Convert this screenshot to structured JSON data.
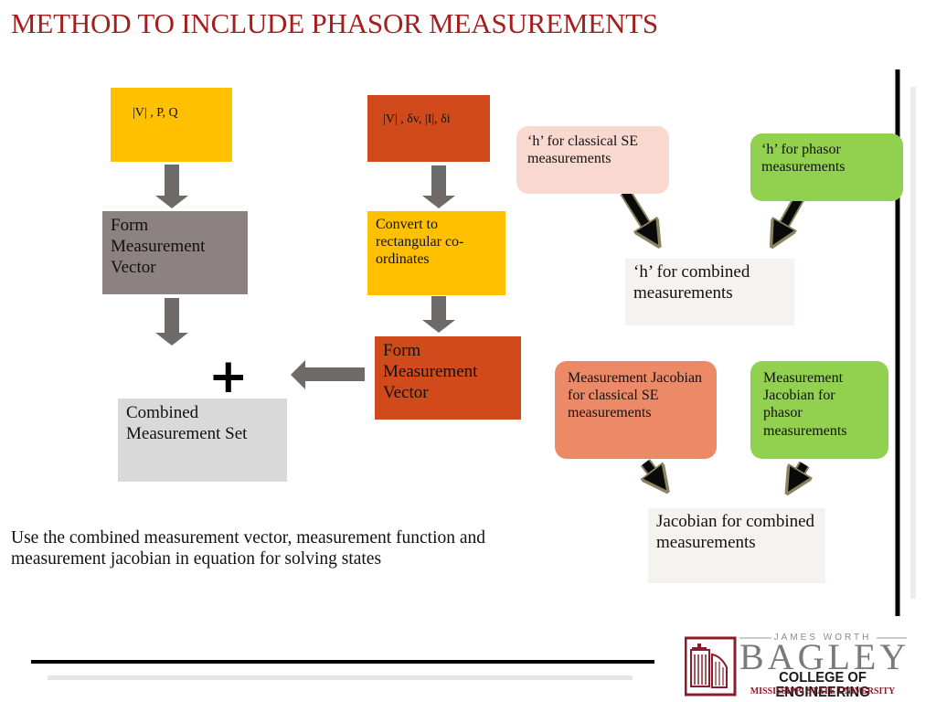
{
  "slide": {
    "title": "METHOD TO INCLUDE PHASOR MEASUREMENTS",
    "bottom_text": "Use the combined measurement vector, measurement function and measurement jacobian in equation for solving states"
  },
  "left_flow": {
    "input_label": "|V| , P, Q",
    "form_vector": "Form Measurement Vector",
    "combined_set": "Combined Measurement Set",
    "plus_sign": "+"
  },
  "phasor_flow": {
    "input_label": "|V| , δv, |I|, δi",
    "convert": "Convert to rectangular co-ordinates",
    "form_vector": "Form Measurement Vector"
  },
  "h_functions": {
    "classical": "‘h’ for classical SE measurements",
    "phasor": "‘h’ for phasor measurements",
    "combined": "‘h’ for combined measurements"
  },
  "jacobians": {
    "classical": "Measurement Jacobian  for classical SE measurements",
    "phasor": "Measurement Jacobian  for phasor measurements",
    "combined": "Jacobian for combined measurements"
  },
  "logo": {
    "top_line": "JAMES WORTH",
    "name": "BAGLEY",
    "college": "COLLEGE OF ENGINEERING",
    "university": "MISSISSIPPI STATE UNIVERSITY"
  },
  "colors": {
    "title_red": "#a31f1f",
    "gold": "#ffc000",
    "rust": "#d04a1c",
    "taupe": "#8c8282",
    "light_gray": "#d9d9d9",
    "peach": "#f9d9cf",
    "green": "#92d050",
    "salmon": "#ec8a68",
    "off_white": "#f4f3ef",
    "arrow_gray": "#6e6a6a",
    "maroon": "#8a1d2b"
  }
}
